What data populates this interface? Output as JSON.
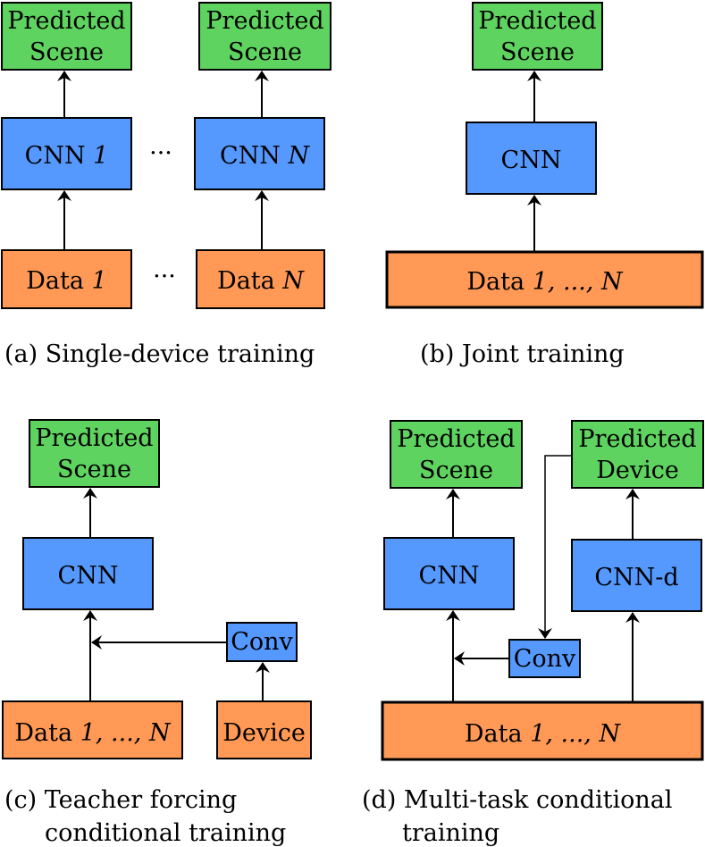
{
  "labels": {
    "predicted_scene_line1": "Predicted",
    "predicted_scene_line2": "Scene",
    "predicted_device_line1": "Predicted",
    "predicted_device_line2": "Device",
    "cnn": "CNN",
    "cnn_prefix": "CNN ",
    "cnn_1_index": "1",
    "cnn_n_index": "N",
    "cnn_d": "CNN-d",
    "conv": "Conv",
    "device": "Device",
    "data_prefix": "Data ",
    "data_1_index": "1",
    "data_n_index": "N",
    "data_range": "1, ..., N",
    "ellipsis": "···"
  },
  "captions": {
    "a": "(a) Single-device training",
    "b": "(b) Joint training",
    "c_line1": "(c) Teacher forcing",
    "c_line2": "conditional training",
    "d_line1": "(d) Multi-task conditional",
    "d_line2": "training"
  },
  "colors": {
    "green": "#5fd35f",
    "blue": "#5599ff",
    "orange": "#ff9955"
  }
}
